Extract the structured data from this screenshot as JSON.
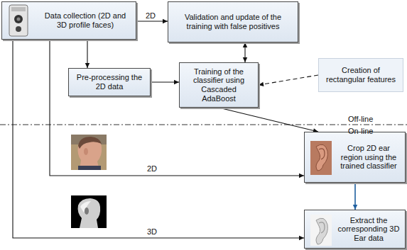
{
  "diagram": {
    "nodes": [
      {
        "text": [
          "Data collection (2D and 3D profile faces)"
        ]
      },
      {
        "text": [
          "Validation and update of the training with false positives"
        ]
      },
      {
        "text": [
          "Pre-processing the 2D data"
        ]
      },
      {
        "text": [
          "Training of the classifier using Cascaded AdaBoost"
        ]
      },
      {
        "text": [
          "Creation of rectangular features"
        ]
      },
      {
        "text": [
          "Crop 2D ear region using the trained classifier"
        ]
      },
      {
        "text": [
          "Extract the corresponding 3D Ear data"
        ]
      }
    ],
    "edges": [
      {
        "from": 0,
        "to": 1,
        "arrow": "to",
        "label": "2D"
      },
      {
        "from": 0,
        "to": 2,
        "arrow": "to"
      },
      {
        "from": 2,
        "to": 3,
        "arrow": "to"
      },
      {
        "from": 3,
        "to": 1,
        "arrow": "both"
      },
      {
        "from": 4,
        "to": 3,
        "arrow": "to"
      },
      {
        "from": 3,
        "to": 5,
        "arrow": "to"
      },
      {
        "from": 0,
        "to": 5,
        "arrow": "to",
        "label": "2D"
      },
      {
        "from": 5,
        "to": 6,
        "arrow": "to"
      },
      {
        "from": 0,
        "to": 6,
        "arrow": "to",
        "label": "3D"
      }
    ],
    "labels": [
      "Off-line",
      "On-line"
    ]
  }
}
